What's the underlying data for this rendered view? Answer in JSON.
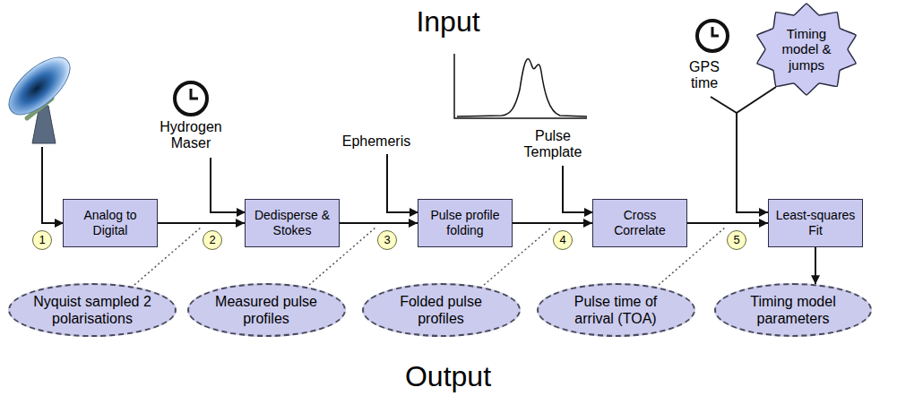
{
  "diagram": {
    "nodes": [
      {
        "text": [
          "Timing model & jumps"
        ]
      },
      {
        "text": [
          "Analog to Digital"
        ]
      },
      {
        "text": [
          "Dedisperse & Stokes"
        ]
      },
      {
        "text": [
          "Pulse profile folding"
        ]
      },
      {
        "text": [
          "Cross Correlate"
        ]
      },
      {
        "text": [
          "Least-squares Fit"
        ]
      },
      {
        "text": [
          "Nyquist sampled 2 polarisations"
        ]
      },
      {
        "text": [
          "Measured pulse profiles"
        ]
      },
      {
        "text": [
          "Folded pulse profiles"
        ]
      },
      {
        "text": [
          "Pulse time of arrival (TOA)"
        ]
      },
      {
        "text": [
          "Timing model parameters"
        ]
      }
    ],
    "edges": [
      {
        "from": 1,
        "to": 2,
        "arrow": "to"
      },
      {
        "from": 2,
        "to": 3,
        "arrow": "to"
      },
      {
        "from": 3,
        "to": 4,
        "arrow": "to"
      },
      {
        "from": 4,
        "to": 5,
        "arrow": "to"
      },
      {
        "from": 0,
        "to": 5,
        "arrow": "to"
      },
      {
        "from": 5,
        "to": 10,
        "arrow": "to"
      }
    ],
    "labels": [
      "Input",
      "Hydrogen Maser",
      "Ephemeris",
      "Pulse Template",
      "GPS time",
      "1",
      "2",
      "3",
      "4",
      "5",
      "Output"
    ]
  }
}
